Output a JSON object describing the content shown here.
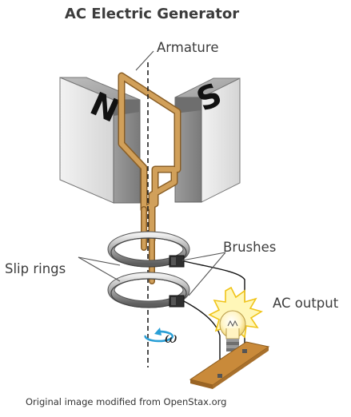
{
  "title": "AC Electric Generator",
  "labels": {
    "armature": "Armature",
    "brushes": "Brushes",
    "slip_rings": "Slip rings",
    "ac_output": "AC output",
    "omega": "ω"
  },
  "magnets": {
    "north": "N",
    "south": "S"
  },
  "credit": "Original image modified from OpenStax.org",
  "colors": {
    "coil": "#c8954a",
    "magnet_light": "#d7d7d7",
    "magnet_dark": "#8f8f8f",
    "rotation_arrow": "#2a9fd6",
    "bulb_glow": "#f5d22a",
    "base": "#c98a3a"
  }
}
